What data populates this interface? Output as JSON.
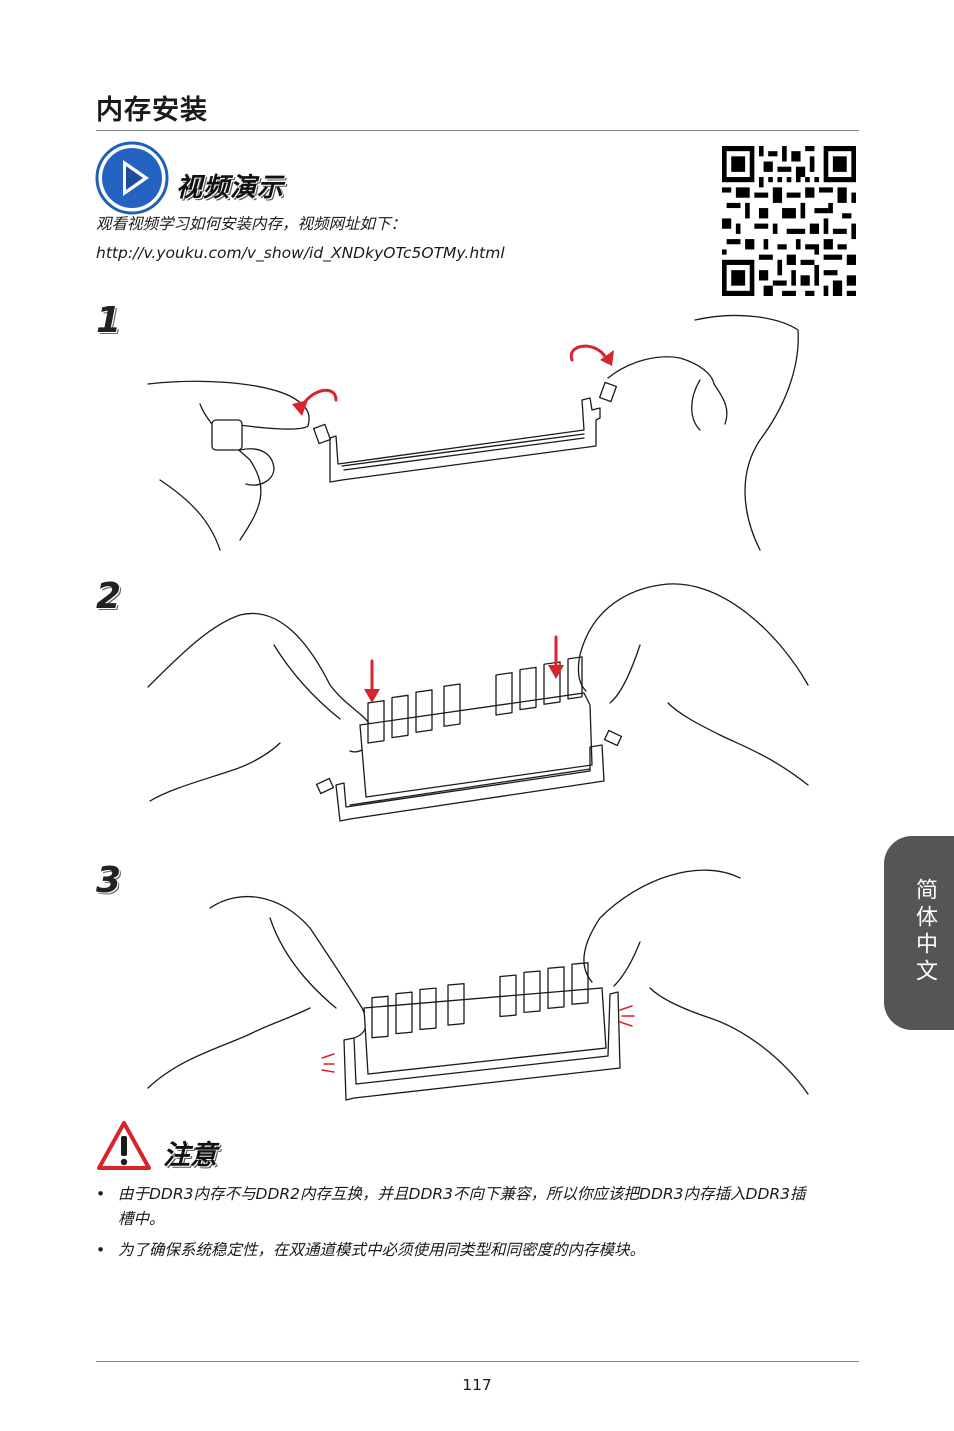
{
  "page": {
    "title": "内存安装",
    "number": "117",
    "language_tab": "简体中文"
  },
  "video": {
    "heading": "视频演示",
    "description": "观看视频学习如何安装内存，视频网址如下：",
    "url": "http://v.youku.com/v_show/id_XNDkyOTc5OTMy.html",
    "icon": "play-icon",
    "icon_color": "#1f5fb4"
  },
  "steps": [
    {
      "number": "1"
    },
    {
      "number": "2"
    },
    {
      "number": "3"
    }
  ],
  "note": {
    "heading": "注意",
    "icon": "warning-icon",
    "icon_color": "#d8242c",
    "bullet_symbol": "•",
    "bullets": [
      "由于DDR3内存不与DDR2内存互换，并且DDR3不向下兼容，所以你应该把DDR3内存插入DDR3插槽中。",
      "为了确保系统稳定性，在双通道模式中必须使用同类型和同密度的内存模块。"
    ]
  },
  "colors": {
    "accent_red": "#d8242c",
    "tab_gray": "#555555"
  }
}
